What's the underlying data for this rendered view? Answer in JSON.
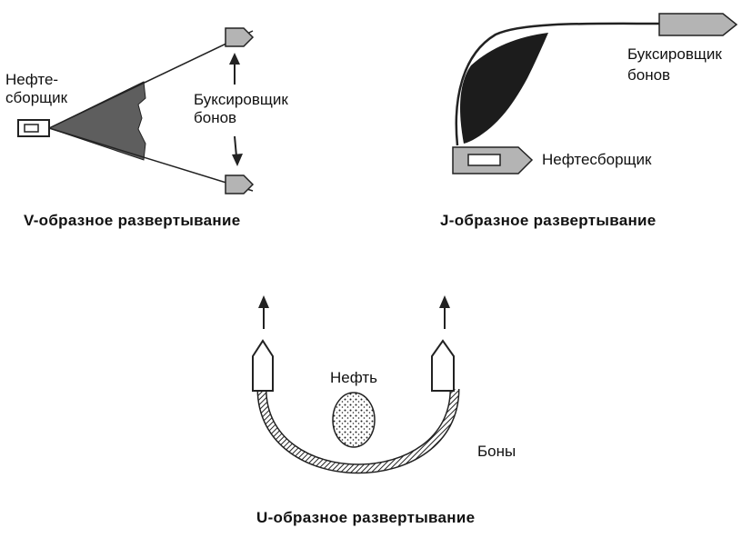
{
  "v_deploy": {
    "skimmer_label_line1": "Нефте-",
    "skimmer_label_line2": "сборщик",
    "tug_label_line1": "Буксировщик",
    "tug_label_line2": "бонов",
    "caption": "V-образное развертывание"
  },
  "j_deploy": {
    "tug_label_line1": "Буксировщик",
    "tug_label_line2": "бонов",
    "skimmer_label": "Нефтесборщик",
    "caption": "J-образное развертывание"
  },
  "u_deploy": {
    "oil_label": "Нефть",
    "booms_label": "Боны",
    "caption": "U-образное развертывание"
  },
  "colors": {
    "oil_dark": "#1c1c1c",
    "oil_slick_gray": "#5e5e5e",
    "vessel_fill": "#b4b4b4",
    "line": "#222222"
  }
}
